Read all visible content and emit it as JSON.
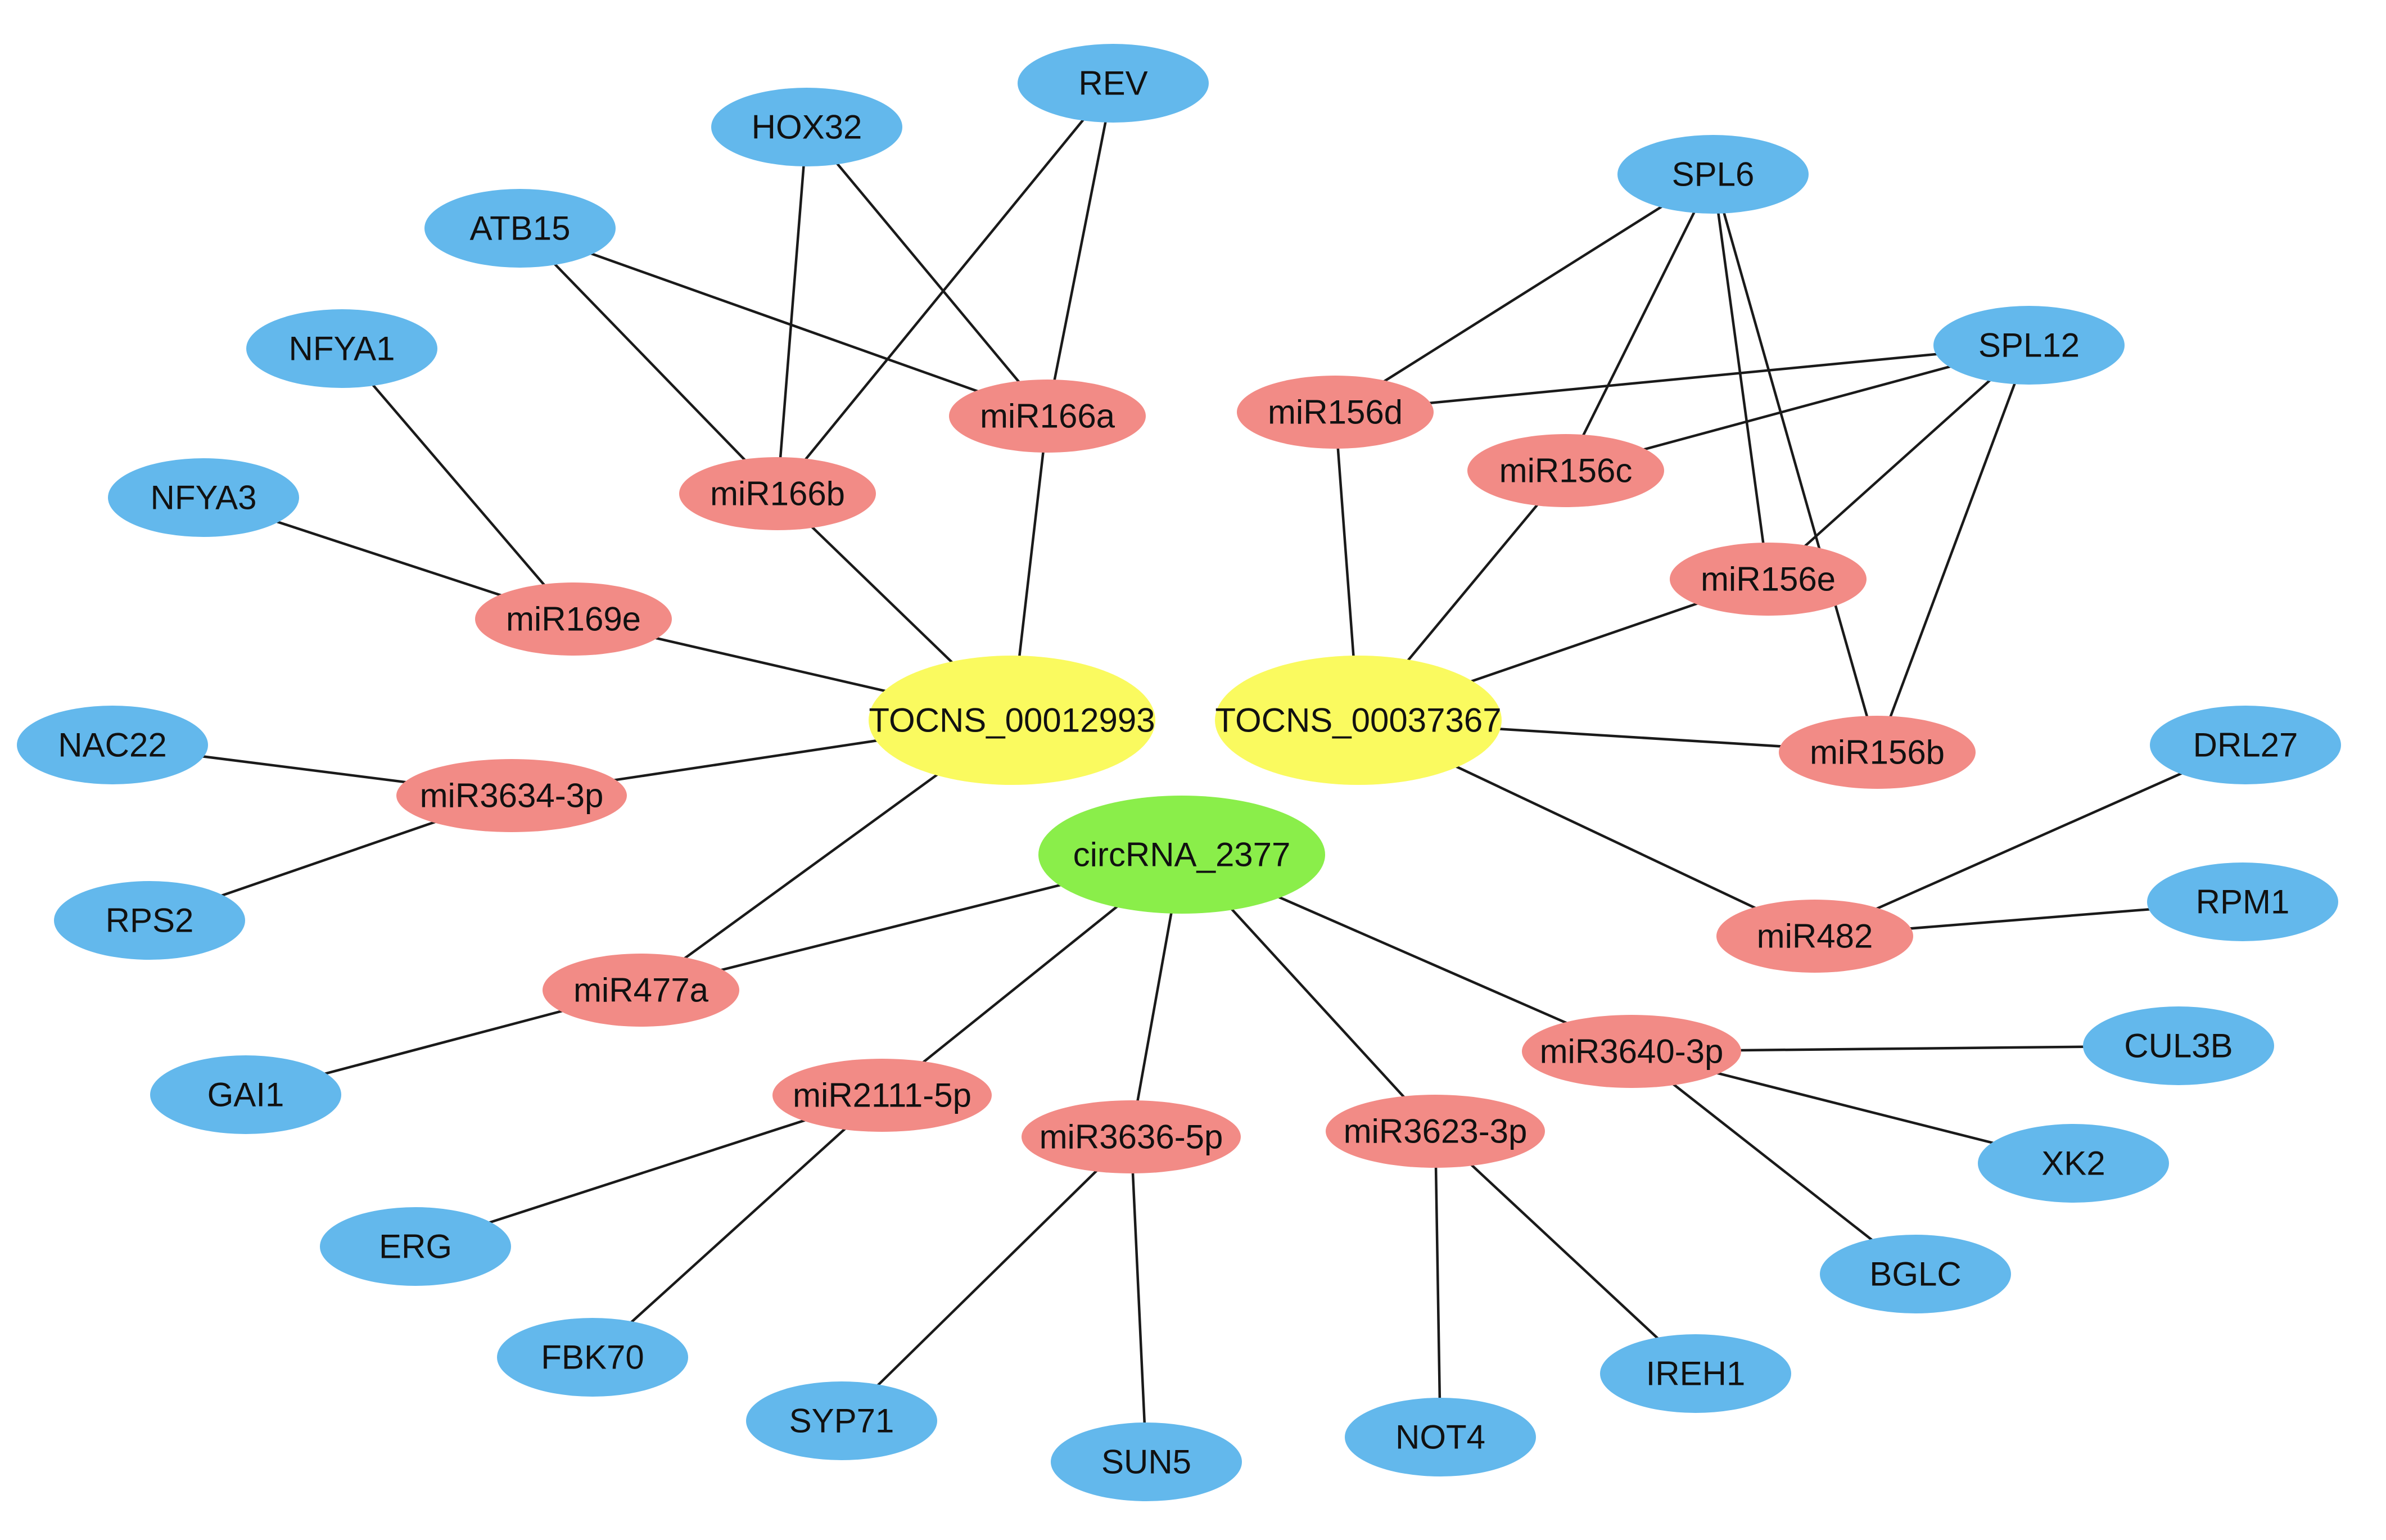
{
  "colors": {
    "target_gene": "#63b8ec",
    "mirna": "#f28b86",
    "lncrna": "#fafa5f",
    "circrna": "#8aee4a"
  },
  "nodes": [
    {
      "id": "REV",
      "label": "REV",
      "type": "target_gene"
    },
    {
      "id": "HOX32",
      "label": "HOX32",
      "type": "target_gene"
    },
    {
      "id": "ATB15",
      "label": "ATB15",
      "type": "target_gene"
    },
    {
      "id": "NFYA1",
      "label": "NFYA1",
      "type": "target_gene"
    },
    {
      "id": "NFYA3",
      "label": "NFYA3",
      "type": "target_gene"
    },
    {
      "id": "NAC22",
      "label": "NAC22",
      "type": "target_gene"
    },
    {
      "id": "RPS2",
      "label": "RPS2",
      "type": "target_gene"
    },
    {
      "id": "GAI1",
      "label": "GAI1",
      "type": "target_gene"
    },
    {
      "id": "ERG",
      "label": "ERG",
      "type": "target_gene"
    },
    {
      "id": "FBK70",
      "label": "FBK70",
      "type": "target_gene"
    },
    {
      "id": "SYP71",
      "label": "SYP71",
      "type": "target_gene"
    },
    {
      "id": "SUN5",
      "label": "SUN5",
      "type": "target_gene"
    },
    {
      "id": "NOT4",
      "label": "NOT4",
      "type": "target_gene"
    },
    {
      "id": "IREH1",
      "label": "IREH1",
      "type": "target_gene"
    },
    {
      "id": "BGLC",
      "label": "BGLC",
      "type": "target_gene"
    },
    {
      "id": "XK2",
      "label": "XK2",
      "type": "target_gene"
    },
    {
      "id": "CUL3B",
      "label": "CUL3B",
      "type": "target_gene"
    },
    {
      "id": "RPM1",
      "label": "RPM1",
      "type": "target_gene"
    },
    {
      "id": "DRL27",
      "label": "DRL27",
      "type": "target_gene"
    },
    {
      "id": "SPL6",
      "label": "SPL6",
      "type": "target_gene"
    },
    {
      "id": "SPL12",
      "label": "SPL12",
      "type": "target_gene"
    },
    {
      "id": "miR166a",
      "label": "miR166a",
      "type": "mirna"
    },
    {
      "id": "miR166b",
      "label": "miR166b",
      "type": "mirna"
    },
    {
      "id": "miR169e",
      "label": "miR169e",
      "type": "mirna"
    },
    {
      "id": "miR3634-3p",
      "label": "miR3634-3p",
      "type": "mirna"
    },
    {
      "id": "miR477a",
      "label": "miR477a",
      "type": "mirna"
    },
    {
      "id": "miR2111-5p",
      "label": "miR2111-5p",
      "type": "mirna"
    },
    {
      "id": "miR3636-5p",
      "label": "miR3636-5p",
      "type": "mirna"
    },
    {
      "id": "miR3623-3p",
      "label": "miR3623-3p",
      "type": "mirna"
    },
    {
      "id": "miR3640-3p",
      "label": "miR3640-3p",
      "type": "mirna"
    },
    {
      "id": "miR482",
      "label": "miR482",
      "type": "mirna"
    },
    {
      "id": "miR156d",
      "label": "miR156d",
      "type": "mirna"
    },
    {
      "id": "miR156c",
      "label": "miR156c",
      "type": "mirna"
    },
    {
      "id": "miR156e",
      "label": "miR156e",
      "type": "mirna"
    },
    {
      "id": "miR156b",
      "label": "miR156b",
      "type": "mirna"
    },
    {
      "id": "TOCNS_00012993",
      "label": "TOCNS_00012993",
      "type": "lncrna"
    },
    {
      "id": "TOCNS_00037367",
      "label": "TOCNS_00037367",
      "type": "lncrna"
    },
    {
      "id": "circRNA_2377",
      "label": "circRNA_2377",
      "type": "circrna"
    }
  ],
  "edges": [
    [
      "REV",
      "miR166a"
    ],
    [
      "REV",
      "miR166b"
    ],
    [
      "HOX32",
      "miR166a"
    ],
    [
      "HOX32",
      "miR166b"
    ],
    [
      "ATB15",
      "miR166a"
    ],
    [
      "ATB15",
      "miR166b"
    ],
    [
      "NFYA1",
      "miR169e"
    ],
    [
      "NFYA3",
      "miR169e"
    ],
    [
      "NAC22",
      "miR3634-3p"
    ],
    [
      "RPS2",
      "miR3634-3p"
    ],
    [
      "GAI1",
      "miR477a"
    ],
    [
      "ERG",
      "miR2111-5p"
    ],
    [
      "FBK70",
      "miR2111-5p"
    ],
    [
      "SYP71",
      "miR3636-5p"
    ],
    [
      "SUN5",
      "miR3636-5p"
    ],
    [
      "NOT4",
      "miR3623-3p"
    ],
    [
      "IREH1",
      "miR3623-3p"
    ],
    [
      "CUL3B",
      "miR3640-3p"
    ],
    [
      "XK2",
      "miR3640-3p"
    ],
    [
      "BGLC",
      "miR3640-3p"
    ],
    [
      "DRL27",
      "miR482"
    ],
    [
      "RPM1",
      "miR482"
    ],
    [
      "SPL6",
      "miR156d"
    ],
    [
      "SPL6",
      "miR156c"
    ],
    [
      "SPL6",
      "miR156e"
    ],
    [
      "SPL6",
      "miR156b"
    ],
    [
      "SPL12",
      "miR156d"
    ],
    [
      "SPL12",
      "miR156c"
    ],
    [
      "SPL12",
      "miR156e"
    ],
    [
      "SPL12",
      "miR156b"
    ],
    [
      "TOCNS_00012993",
      "miR166a"
    ],
    [
      "TOCNS_00012993",
      "miR166b"
    ],
    [
      "TOCNS_00012993",
      "miR169e"
    ],
    [
      "TOCNS_00012993",
      "miR3634-3p"
    ],
    [
      "TOCNS_00012993",
      "miR477a"
    ],
    [
      "TOCNS_00037367",
      "miR156d"
    ],
    [
      "TOCNS_00037367",
      "miR156c"
    ],
    [
      "TOCNS_00037367",
      "miR156e"
    ],
    [
      "TOCNS_00037367",
      "miR156b"
    ],
    [
      "TOCNS_00037367",
      "miR482"
    ],
    [
      "circRNA_2377",
      "miR477a"
    ],
    [
      "circRNA_2377",
      "miR2111-5p"
    ],
    [
      "circRNA_2377",
      "miR3636-5p"
    ],
    [
      "circRNA_2377",
      "miR3623-3p"
    ],
    [
      "circRNA_2377",
      "miR3640-3p"
    ]
  ]
}
